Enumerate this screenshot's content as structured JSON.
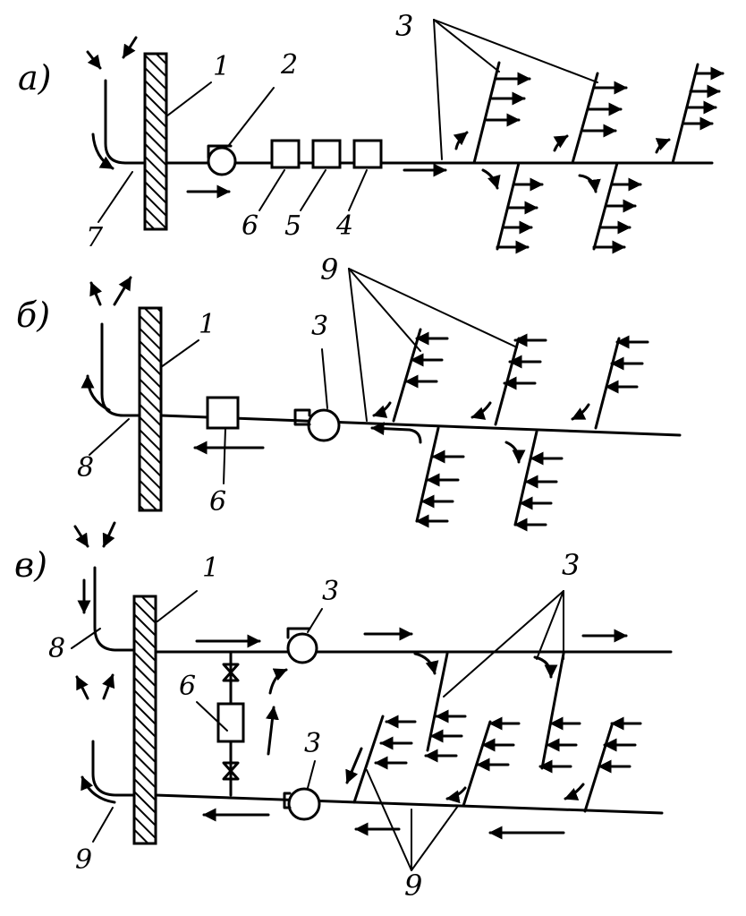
{
  "panels": [
    {
      "id": "a",
      "label": "а)",
      "numbers": {
        "wall": "1",
        "fan": "2",
        "outlets": "3",
        "unit4": "4",
        "unit5": "5",
        "unit6": "6",
        "intake": "7"
      }
    },
    {
      "id": "b",
      "label": "б)",
      "numbers": {
        "wall": "1",
        "fan": "3",
        "unit6": "6",
        "intake": "8",
        "outlets": "9"
      }
    },
    {
      "id": "v",
      "label": "в)",
      "numbers": {
        "wall": "1",
        "fan_top": "3",
        "fan_bottom": "3",
        "unit6": "6",
        "intake_top": "8",
        "intake_bottom": "9",
        "outlets_top": "3",
        "outlets_bottom": "9"
      }
    }
  ],
  "colors": {
    "ink": "#000000",
    "paper": "#ffffff"
  }
}
